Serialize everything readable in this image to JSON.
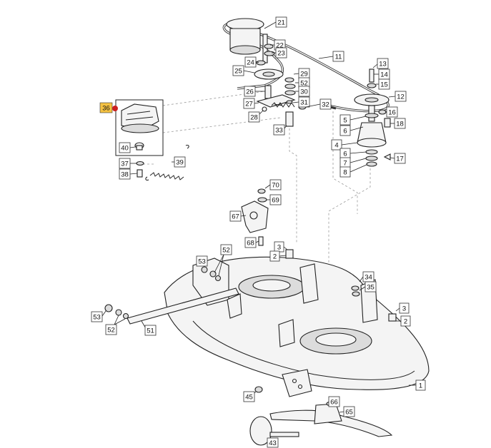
{
  "highlight": {
    "fill": "#f5c242",
    "dot": "#cc1f1f"
  },
  "callouts": [
    {
      "id": "c-21",
      "text": "21"
    },
    {
      "id": "c-22",
      "text": "22"
    },
    {
      "id": "c-23",
      "text": "23"
    },
    {
      "id": "c-24",
      "text": "24"
    },
    {
      "id": "c-11",
      "text": "11"
    },
    {
      "id": "c-13",
      "text": "13"
    },
    {
      "id": "c-14",
      "text": "14"
    },
    {
      "id": "c-15",
      "text": "15"
    },
    {
      "id": "c-25",
      "text": "25"
    },
    {
      "id": "c-29",
      "text": "29"
    },
    {
      "id": "c-52a",
      "text": "52"
    },
    {
      "id": "c-30",
      "text": "30"
    },
    {
      "id": "c-26",
      "text": "26"
    },
    {
      "id": "c-27",
      "text": "27"
    },
    {
      "id": "c-31",
      "text": "31"
    },
    {
      "id": "c-32",
      "text": "32"
    },
    {
      "id": "c-28",
      "text": "28"
    },
    {
      "id": "c-33",
      "text": "33"
    },
    {
      "id": "c-12",
      "text": "12"
    },
    {
      "id": "c-16",
      "text": "16"
    },
    {
      "id": "c-5",
      "text": "5"
    },
    {
      "id": "c-6a",
      "text": "6"
    },
    {
      "id": "c-18",
      "text": "18"
    },
    {
      "id": "c-4",
      "text": "4"
    },
    {
      "id": "c-6b",
      "text": "6"
    },
    {
      "id": "c-7",
      "text": "7"
    },
    {
      "id": "c-17",
      "text": "17"
    },
    {
      "id": "c-8",
      "text": "8"
    },
    {
      "id": "c-36",
      "text": "36"
    },
    {
      "id": "c-40",
      "text": "40"
    },
    {
      "id": "c-37",
      "text": "37"
    },
    {
      "id": "c-38",
      "text": "38"
    },
    {
      "id": "c-39",
      "text": "39"
    },
    {
      "id": "c-70",
      "text": "70"
    },
    {
      "id": "c-69",
      "text": "69"
    },
    {
      "id": "c-67",
      "text": "67"
    },
    {
      "id": "c-68",
      "text": "68"
    },
    {
      "id": "c-3a",
      "text": "3"
    },
    {
      "id": "c-2a",
      "text": "2"
    },
    {
      "id": "c-53a",
      "text": "53"
    },
    {
      "id": "c-52b",
      "text": "52"
    },
    {
      "id": "c-34",
      "text": "34"
    },
    {
      "id": "c-35",
      "text": "35"
    },
    {
      "id": "c-53b",
      "text": "53"
    },
    {
      "id": "c-52c",
      "text": "52"
    },
    {
      "id": "c-51",
      "text": "51"
    },
    {
      "id": "c-3b",
      "text": "3"
    },
    {
      "id": "c-2b",
      "text": "2"
    },
    {
      "id": "c-1",
      "text": "1"
    },
    {
      "id": "c-45",
      "text": "45"
    },
    {
      "id": "c-66",
      "text": "66"
    },
    {
      "id": "c-65",
      "text": "65"
    },
    {
      "id": "c-43",
      "text": "43"
    }
  ]
}
